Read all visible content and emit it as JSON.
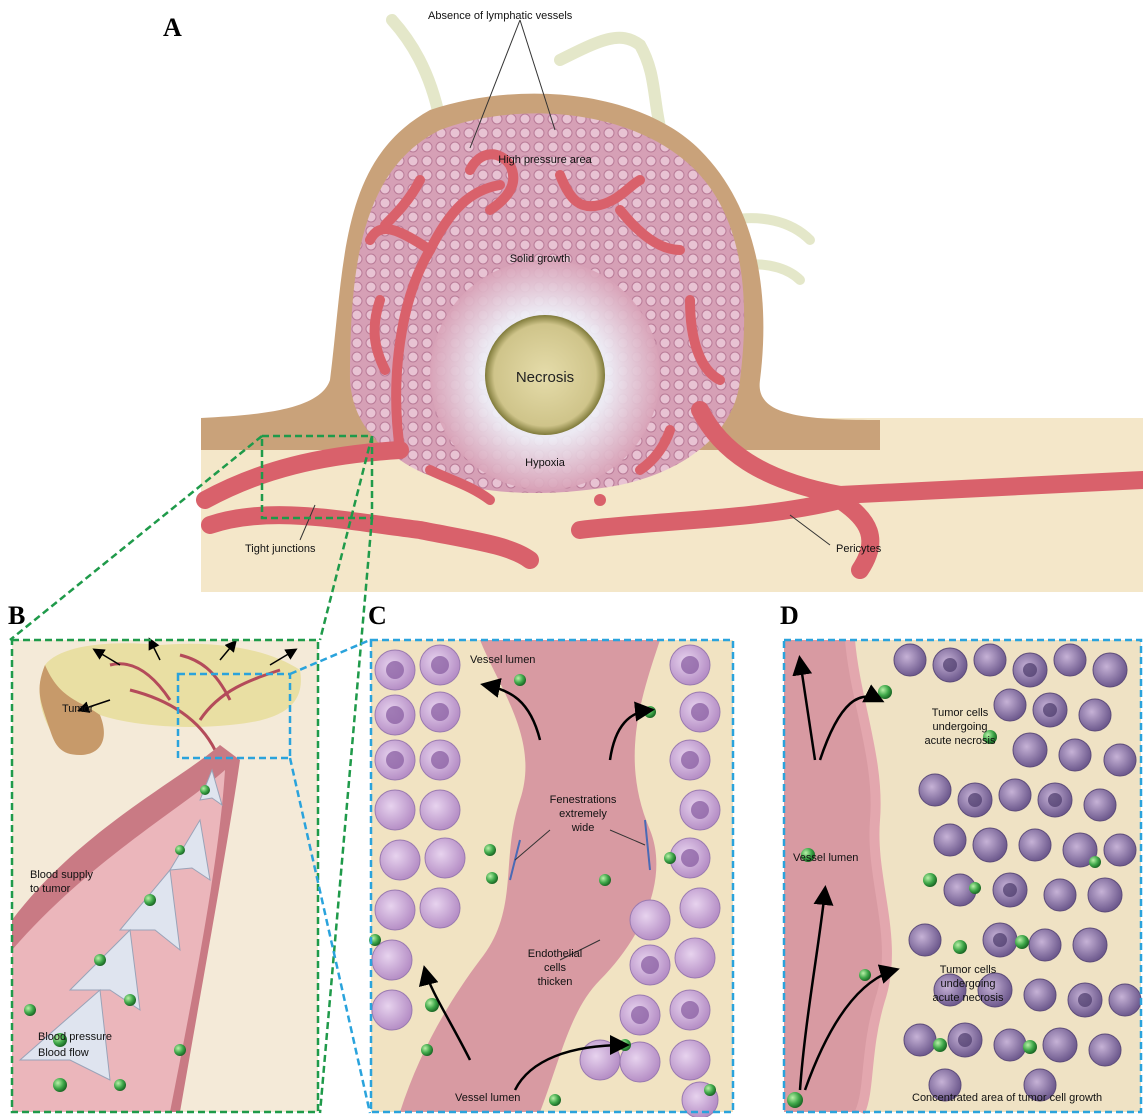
{
  "panels": {
    "a": {
      "letter": "A"
    },
    "b": {
      "letter": "B"
    },
    "c": {
      "letter": "C"
    },
    "d": {
      "letter": "D"
    }
  },
  "panel_a_labels": {
    "lymphatic": "Absence of lymphatic vessels",
    "high_pressure": "High pressure area",
    "solid_growth": "Solid growth",
    "necrosis": "Necrosis",
    "hypoxia": "Hypoxia",
    "tight_junctions": "Tight junctions",
    "pericytes": "Pericytes"
  },
  "panel_b_labels": {
    "tumor": "Tumor",
    "blood_supply_1": "Blood supply",
    "blood_supply_2": "to tumor",
    "blood_pressure": "Blood pressure",
    "blood_flow": "Blood flow"
  },
  "panel_c_labels": {
    "vessel_lumen_top": "Vessel lumen",
    "fenestrations_1": "Fenestrations",
    "fenestrations_2": "extremely",
    "fenestrations_3": "wide",
    "endothelial_1": "Endothelial",
    "endothelial_2": "cells",
    "endothelial_3": "thicken",
    "vessel_lumen_bottom": "Vessel lumen"
  },
  "panel_d_labels": {
    "necrosis_top_1": "Tumor cells",
    "necrosis_top_2": "undergoing",
    "necrosis_top_3": "acute necrosis",
    "vessel_lumen": "Vessel lumen",
    "necrosis_bottom_1": "Tumor cells",
    "necrosis_bottom_2": "undergoing",
    "necrosis_bottom_3": "acute necrosis",
    "concentrated": "Concentrated area of tumor cell growth"
  },
  "colors": {
    "tumor_tissue": "#d9a3b8",
    "vessel": "#d9616b",
    "vessel_lumen": "#c98a92",
    "necrosis": "#cfc48a",
    "hypoxia": "#dfe0ee",
    "stroma": "#f4e7c9",
    "capsule": "#c9a27a",
    "green_dash": "#1f9a4a",
    "blue_dash": "#2aa3dc",
    "cell": "#c9a6d6",
    "nucleus": "#8a5fa3",
    "particle": "#3fa84a"
  }
}
